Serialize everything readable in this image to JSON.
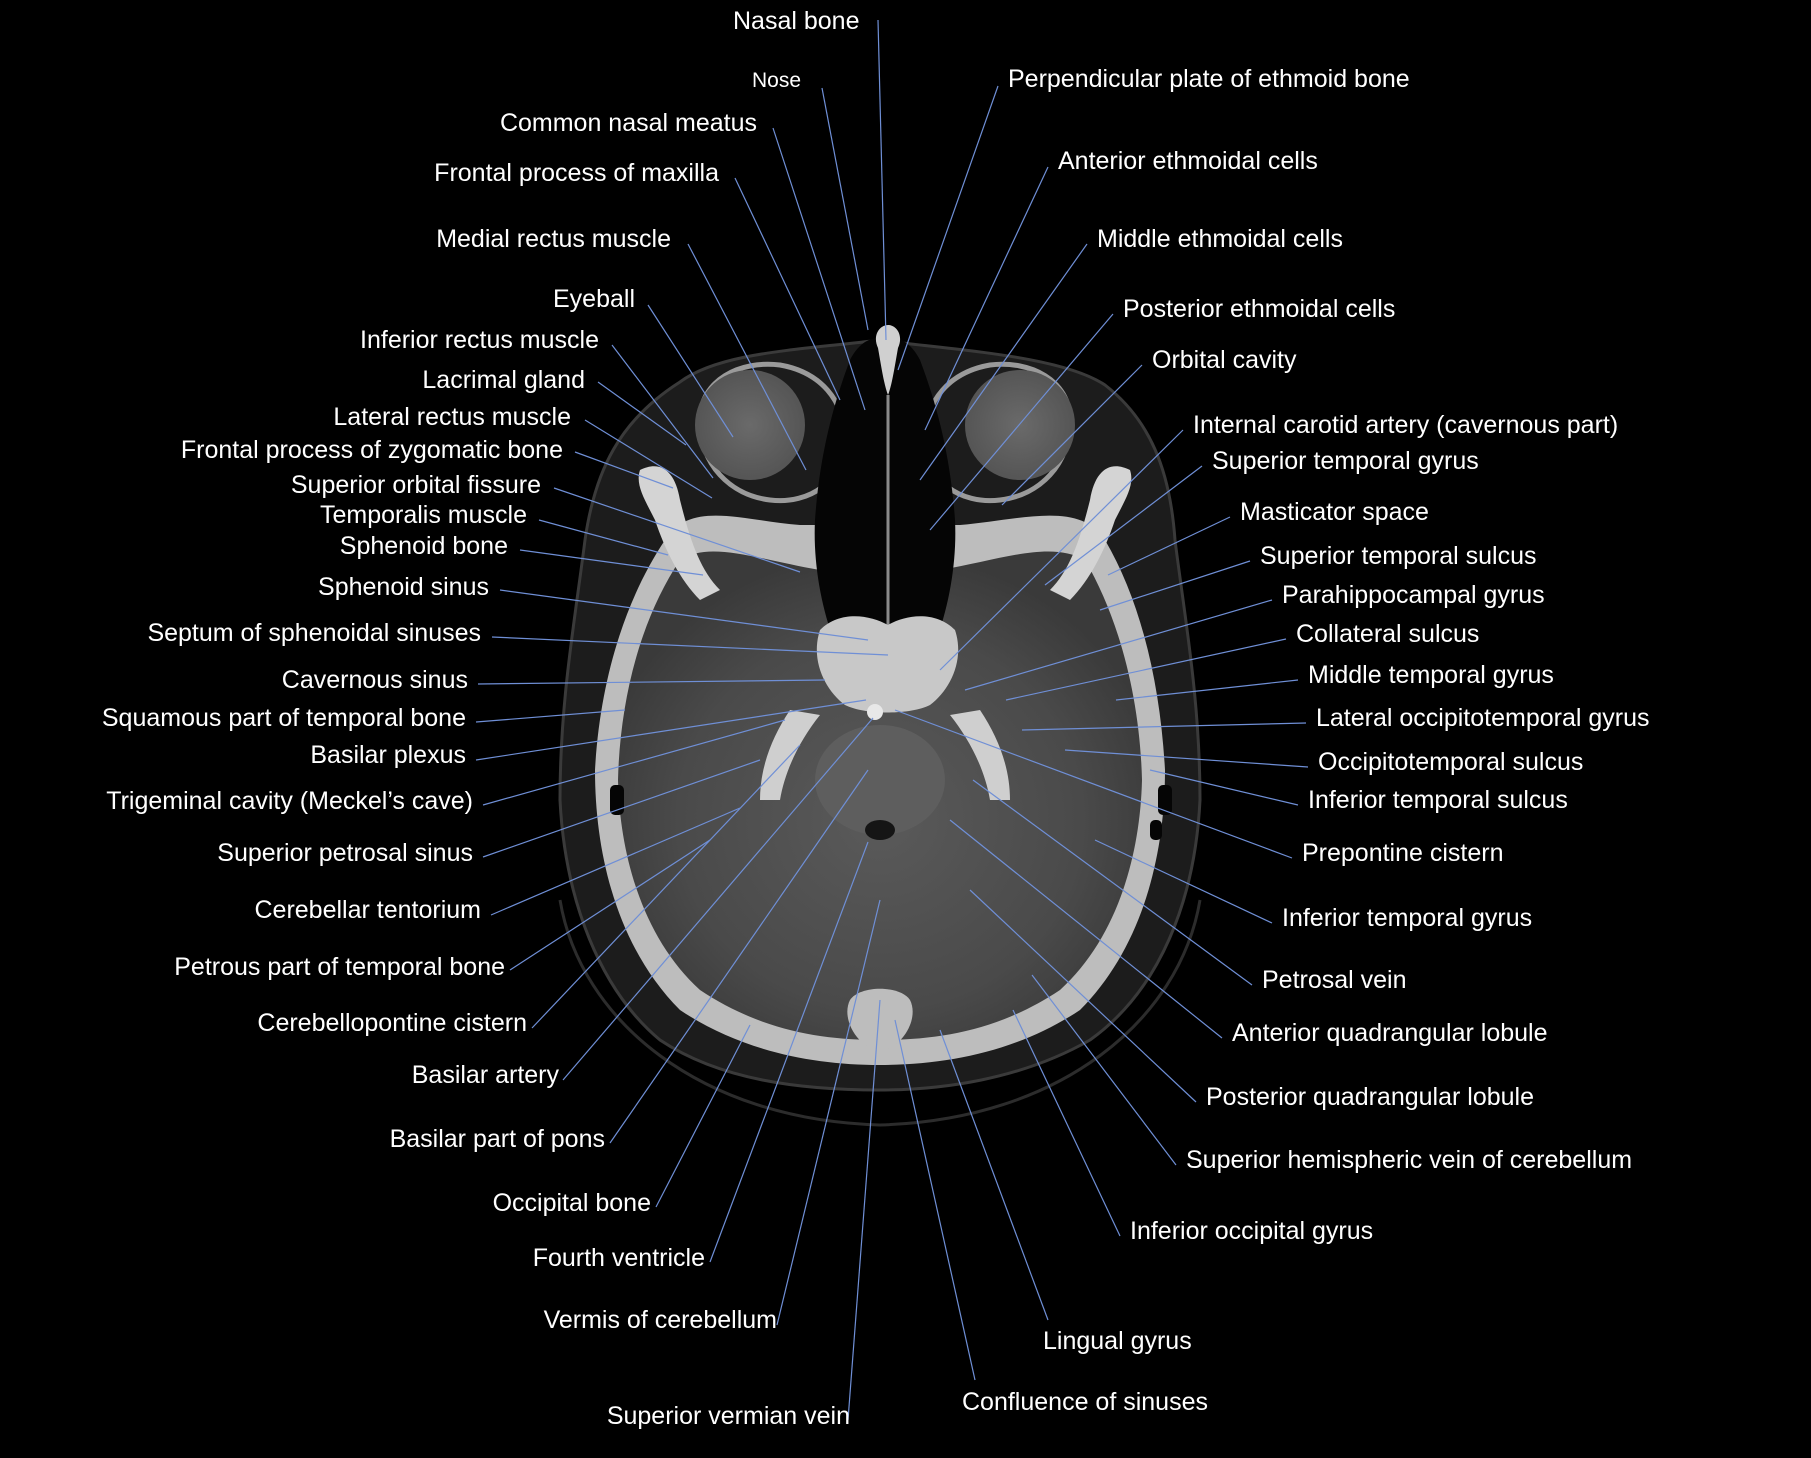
{
  "labels": [
    {
      "id": "nasal-bone",
      "text": "Nasal bone"
    },
    {
      "id": "nose",
      "text": "Nose"
    },
    {
      "id": "common-nasal-meatus",
      "text": "Common nasal meatus"
    },
    {
      "id": "frontal-process-maxilla",
      "text": "Frontal process of maxilla"
    },
    {
      "id": "medial-rectus",
      "text": "Medial rectus muscle"
    },
    {
      "id": "eyeball",
      "text": "Eyeball"
    },
    {
      "id": "inferior-rectus",
      "text": "Inferior rectus muscle"
    },
    {
      "id": "lacrimal-gland",
      "text": "Lacrimal gland"
    },
    {
      "id": "lateral-rectus",
      "text": "Lateral rectus muscle"
    },
    {
      "id": "frontal-process-zygomatic",
      "text": "Frontal process of zygomatic bone"
    },
    {
      "id": "superior-orbital-fissure",
      "text": "Superior orbital fissure"
    },
    {
      "id": "temporalis",
      "text": "Temporalis muscle"
    },
    {
      "id": "sphenoid-bone",
      "text": "Sphenoid bone"
    },
    {
      "id": "sphenoid-sinus",
      "text": "Sphenoid sinus"
    },
    {
      "id": "septum-sphenoidal",
      "text": "Septum of sphenoidal sinuses"
    },
    {
      "id": "cavernous-sinus",
      "text": "Cavernous sinus"
    },
    {
      "id": "squamous-temporal",
      "text": "Squamous part of temporal bone"
    },
    {
      "id": "basilar-plexus",
      "text": "Basilar plexus"
    },
    {
      "id": "trigeminal-cavity",
      "text": "Trigeminal cavity (Meckel’s cave)"
    },
    {
      "id": "superior-petrosal-sinus",
      "text": "Superior petrosal sinus"
    },
    {
      "id": "cerebellar-tentorium",
      "text": "Cerebellar tentorium"
    },
    {
      "id": "petrous-temporal",
      "text": "Petrous part of temporal bone"
    },
    {
      "id": "cerebellopontine-cistern",
      "text": "Cerebellopontine cistern"
    },
    {
      "id": "basilar-artery",
      "text": "Basilar artery"
    },
    {
      "id": "basilar-pons",
      "text": "Basilar part of pons"
    },
    {
      "id": "occipital-bone",
      "text": "Occipital bone"
    },
    {
      "id": "fourth-ventricle",
      "text": "Fourth ventricle"
    },
    {
      "id": "vermis",
      "text": "Vermis of cerebellum"
    },
    {
      "id": "superior-vermian-vein",
      "text": "Superior vermian vein"
    },
    {
      "id": "perpendicular-plate",
      "text": "Perpendicular plate of ethmoid bone"
    },
    {
      "id": "anterior-ethmoidal",
      "text": "Anterior ethmoidal cells"
    },
    {
      "id": "middle-ethmoidal",
      "text": "Middle ethmoidal cells"
    },
    {
      "id": "posterior-ethmoidal",
      "text": "Posterior ethmoidal cells"
    },
    {
      "id": "orbital-cavity",
      "text": "Orbital cavity"
    },
    {
      "id": "ica-cavernous",
      "text": "Internal carotid artery (cavernous part)"
    },
    {
      "id": "superior-temporal-gyrus",
      "text": "Superior temporal gyrus"
    },
    {
      "id": "masticator-space",
      "text": "Masticator space"
    },
    {
      "id": "superior-temporal-sulcus",
      "text": "Superior temporal sulcus"
    },
    {
      "id": "parahippocampal-gyrus",
      "text": "Parahippocampal gyrus"
    },
    {
      "id": "collateral-sulcus",
      "text": "Collateral sulcus"
    },
    {
      "id": "middle-temporal-gyrus",
      "text": "Middle temporal gyrus"
    },
    {
      "id": "lateral-occipitotemporal",
      "text": "Lateral occipitotemporal gyrus"
    },
    {
      "id": "occipitotemporal-sulcus",
      "text": "Occipitotemporal sulcus"
    },
    {
      "id": "inferior-temporal-sulcus",
      "text": "Inferior temporal sulcus"
    },
    {
      "id": "prepontine-cistern",
      "text": "Prepontine cistern"
    },
    {
      "id": "inferior-temporal-gyrus",
      "text": "Inferior temporal gyrus"
    },
    {
      "id": "petrosal-vein",
      "text": "Petrosal vein"
    },
    {
      "id": "anterior-quadrangular",
      "text": "Anterior quadrangular lobule"
    },
    {
      "id": "posterior-quadrangular",
      "text": "Posterior quadrangular lobule"
    },
    {
      "id": "superior-hemispheric-vein",
      "text": "Superior hemispheric vein of cerebellum"
    },
    {
      "id": "inferior-occipital-gyrus",
      "text": "Inferior occipital gyrus"
    },
    {
      "id": "lingual-gyrus",
      "text": "Lingual gyrus"
    },
    {
      "id": "confluence-sinuses",
      "text": "Confluence of sinuses"
    }
  ],
  "colors": {
    "background": "#000000",
    "leader": "#6f8fd6",
    "text": "#ffffff"
  }
}
